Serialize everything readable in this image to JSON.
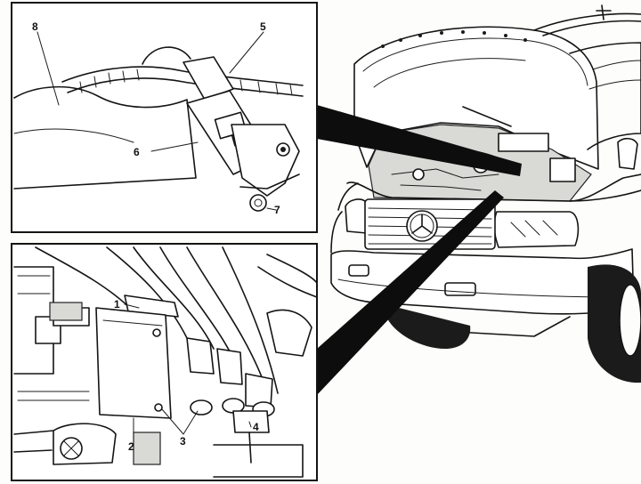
{
  "diagram": {
    "detail_top_callouts": [
      "8",
      "5",
      "6",
      "7"
    ],
    "detail_bottom_callouts": [
      "1",
      "2",
      "3",
      "4"
    ],
    "grille_lettering": "• • • • • • • •"
  },
  "colors": {
    "ink": "#141414",
    "pointer": "#0d0d0d",
    "paper": "#fdfdfb"
  }
}
